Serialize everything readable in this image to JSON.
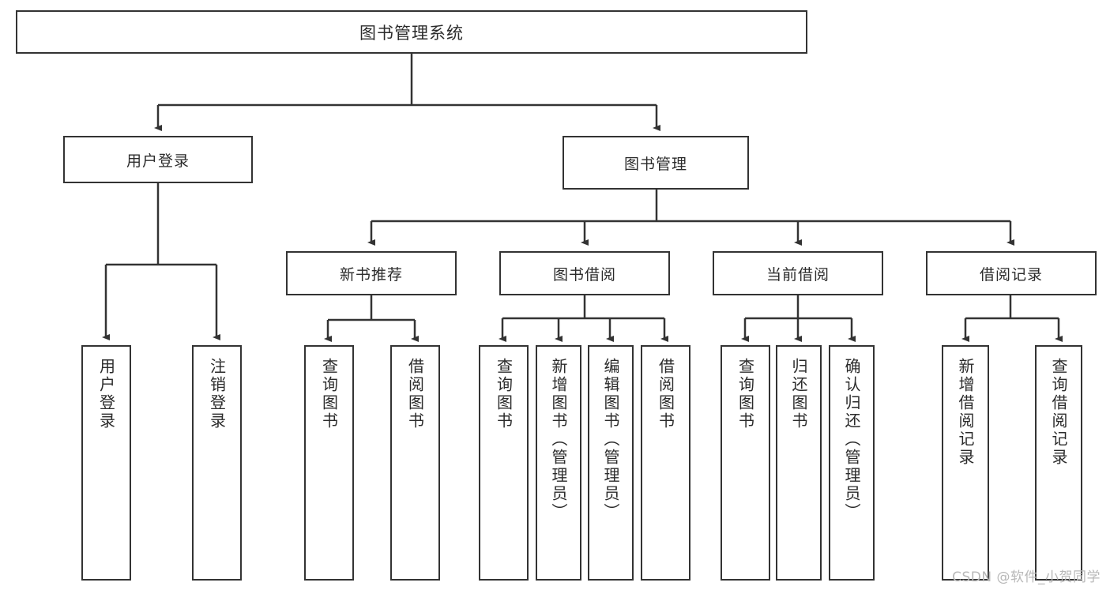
{
  "diagram": {
    "title": "图书管理系统",
    "watermark": "CSDN @软件_小贺同学",
    "colors": {
      "stroke": "#333333",
      "fill": "#ffffff",
      "text": "#2b2b2b",
      "watermark": "#b8b8b8"
    },
    "root": {
      "label": "图书管理系统"
    },
    "level2": [
      {
        "label": "用户登录"
      },
      {
        "label": "图书管理"
      }
    ],
    "level3": [
      {
        "label": "新书推荐"
      },
      {
        "label": "图书借阅"
      },
      {
        "label": "当前借阅"
      },
      {
        "label": "借阅记录"
      }
    ],
    "leaves": {
      "user_login": [
        {
          "label": "用户登录"
        },
        {
          "label": "注销登录"
        }
      ],
      "new_book_recommend": [
        {
          "label": "查询图书"
        },
        {
          "label": "借阅图书"
        }
      ],
      "book_borrow": [
        {
          "label": "查询图书"
        },
        {
          "label": "新增图书（管理员）"
        },
        {
          "label": "编辑图书（管理员）"
        },
        {
          "label": "借阅图书"
        }
      ],
      "current_borrow": [
        {
          "label": "查询图书"
        },
        {
          "label": "归还图书"
        },
        {
          "label": "确认归还（管理员）"
        }
      ],
      "borrow_record": [
        {
          "label": "新增借阅记录"
        },
        {
          "label": "查询借阅记录"
        }
      ]
    }
  }
}
